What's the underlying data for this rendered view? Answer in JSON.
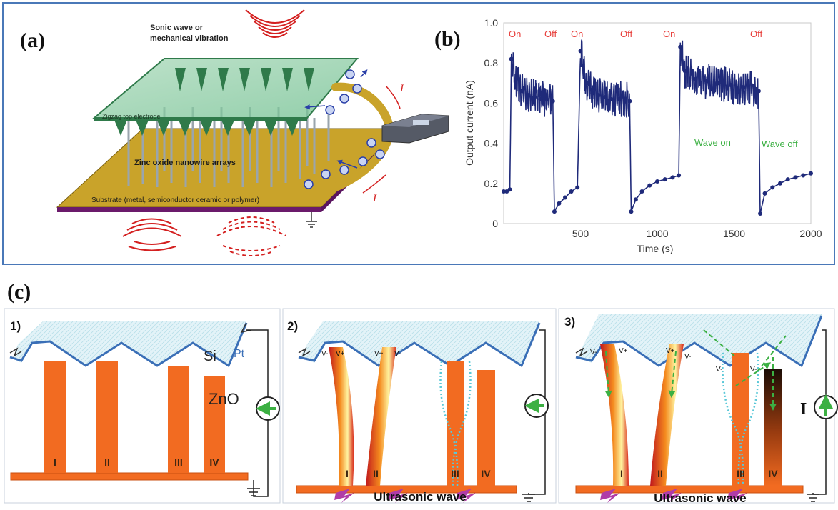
{
  "panel_a": {
    "label": "(a)",
    "sound_label_line1": "Sonic wave or",
    "sound_label_line2": "mechanical vibration",
    "electrode_label": "Zigzag top electrode",
    "nanowire_label": "Zinc oxide nanowire arrays",
    "substrate_label": "Substrate (metal, semiconductor ceramic or polymer)",
    "current_label": "I"
  },
  "panel_b": {
    "label": "(b)",
    "annotations": {
      "on1": "On",
      "off1": "Off",
      "on2": "On",
      "off2": "Off",
      "on3": "On",
      "off3": "Off",
      "wave_on": "Wave on",
      "wave_off": "Wave off"
    },
    "colors": {
      "series": "#1f2a7a",
      "onoff": "#e8403c",
      "wave": "#3cb043"
    }
  },
  "panel_c": {
    "label": "(c)",
    "sub1": {
      "num": "1)",
      "si": "Si",
      "pt": "Pt",
      "zno": "ZnO",
      "wires": [
        "I",
        "II",
        "III",
        "IV"
      ]
    },
    "sub2": {
      "num": "2)",
      "wires": [
        "I",
        "II",
        "III",
        "IV"
      ],
      "wave_label": "Ultrasonic wave"
    },
    "sub3": {
      "num": "3)",
      "wires": [
        "I",
        "II",
        "III",
        "IV"
      ],
      "wave_label": "Ultrasonic wave",
      "current": "I"
    },
    "colors": {
      "zno": "#f26b21",
      "pt": "#3a6fb7",
      "si_fill": "#dff1f7",
      "arrow": "#3cb043",
      "lightning": "#b03ca8"
    }
  },
  "chart_data": {
    "type": "line",
    "xlabel": "Time (s)",
    "ylabel": "Output current (nA)",
    "xlim": [
      0,
      2000
    ],
    "ylim": [
      0,
      1.0
    ],
    "xticks": [
      500,
      1000,
      1500,
      2000
    ],
    "yticks": [
      0,
      0.2,
      0.4,
      0.6,
      0.8,
      1.0
    ],
    "ytick_labels": [
      "0",
      "0.2",
      "0.4",
      "0.6",
      "0.8",
      "1.0"
    ],
    "grid": false,
    "series": [
      {
        "x": [
          0,
          20,
          40,
          50,
          80,
          120,
          160,
          200,
          240,
          280,
          320,
          330,
          360,
          400,
          440,
          480,
          500,
          540,
          580,
          620,
          660,
          700,
          750,
          790,
          820,
          830,
          860,
          900,
          950,
          1000,
          1050,
          1100,
          1140,
          1150,
          1180,
          1250,
          1320,
          1400,
          1480,
          1560,
          1640,
          1660,
          1670,
          1700,
          1750,
          1800,
          1850,
          1900,
          1950,
          2000
        ],
        "y": [
          0.16,
          0.16,
          0.17,
          0.82,
          0.72,
          0.66,
          0.64,
          0.63,
          0.62,
          0.62,
          0.61,
          0.06,
          0.1,
          0.13,
          0.16,
          0.18,
          0.86,
          0.7,
          0.65,
          0.64,
          0.63,
          0.62,
          0.62,
          0.62,
          0.61,
          0.06,
          0.12,
          0.16,
          0.19,
          0.21,
          0.22,
          0.23,
          0.24,
          0.88,
          0.76,
          0.72,
          0.71,
          0.7,
          0.69,
          0.68,
          0.67,
          0.66,
          0.05,
          0.15,
          0.18,
          0.2,
          0.22,
          0.23,
          0.24,
          0.25
        ]
      }
    ]
  }
}
